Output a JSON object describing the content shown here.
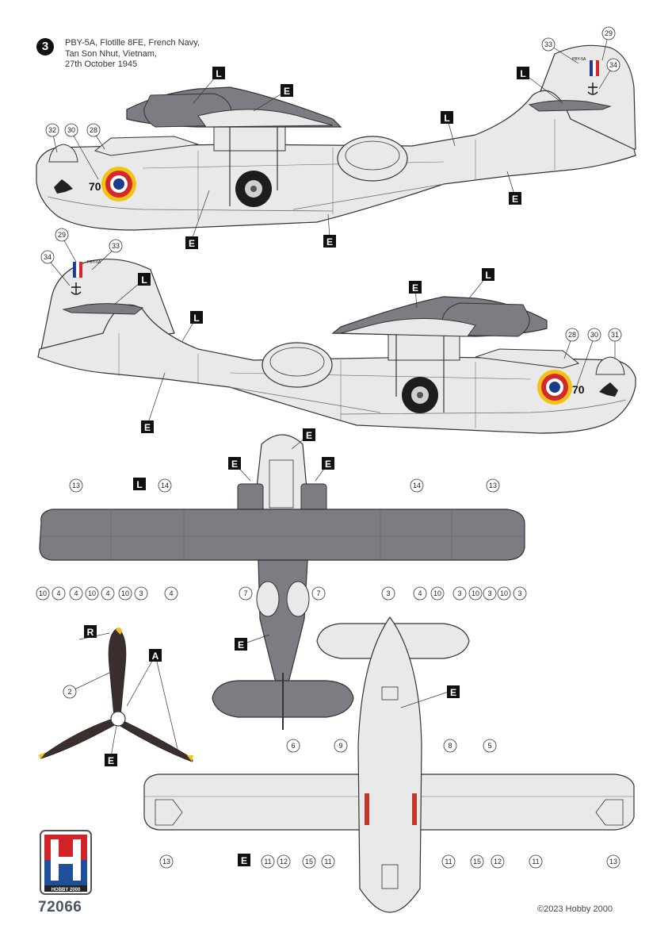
{
  "header": {
    "profile_number": "3",
    "line1": "PBY-5A, Flotille 8FE, French Navy,",
    "line2": "Tan Son Nhut, Vietnam,",
    "line3": "27th October 1945"
  },
  "aircraft": {
    "code": "70",
    "fin_text": "PBY-5A"
  },
  "colors": {
    "light_grey": "#e9e9ea",
    "dark_grey": "#7c7d82",
    "panel_line": "#6d6d70",
    "propeller": "#3a2f2d",
    "prop_tip": "#f2c313",
    "roundel_red": "#d6282b",
    "roundel_blue": "#1b3c8c",
    "roundel_ring": "#f2c313",
    "flag_blue": "#1b3c8c",
    "flag_red": "#d6282b",
    "brand_red": "#d2232a",
    "brand_blue": "#1f4e9a"
  },
  "callouts": {
    "letters": {
      "L": "L",
      "E": "E",
      "R": "R",
      "A": "A"
    },
    "numbers": {
      "n2": "2",
      "n3": "3",
      "n4": "4",
      "n5": "5",
      "n6": "6",
      "n7": "7",
      "n8": "8",
      "n9": "9",
      "n10": "10",
      "n11": "11",
      "n12": "12",
      "n13": "13",
      "n14": "14",
      "n15": "15",
      "n28": "28",
      "n29": "29",
      "n30": "30",
      "n31": "31",
      "n32": "32",
      "n33": "33",
      "n34": "34"
    }
  },
  "brand": {
    "letter": "H",
    "name": "HOBBY 2000"
  },
  "footer": {
    "product_code": "72066",
    "copyright": "©2023 Hobby 2000"
  }
}
